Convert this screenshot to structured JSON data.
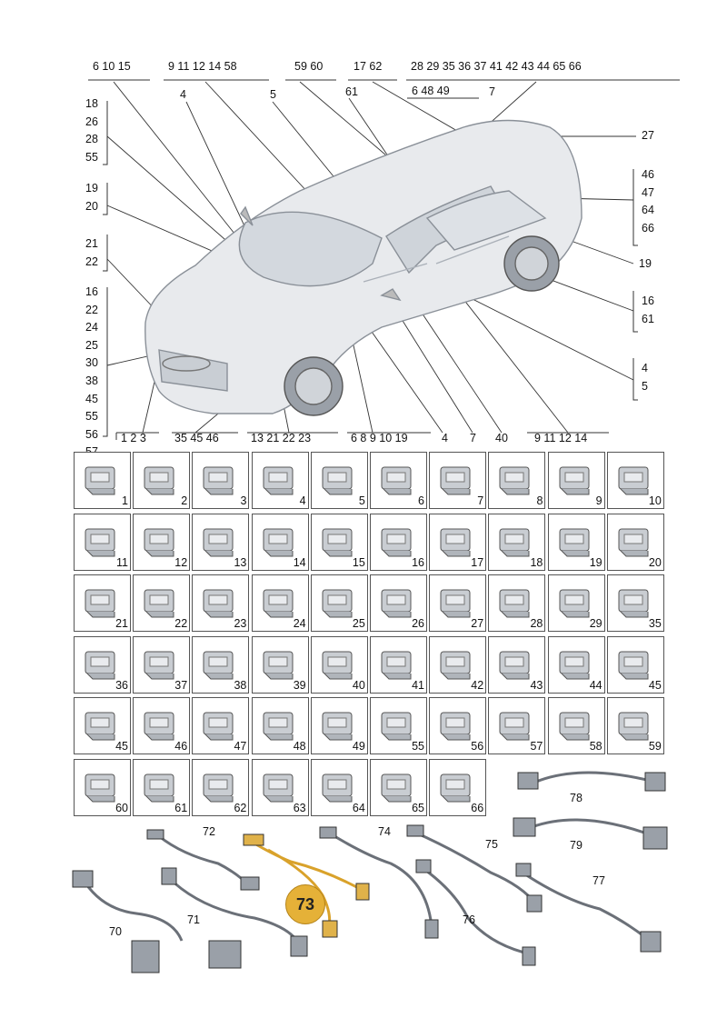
{
  "top_callouts": [
    {
      "id": "g1",
      "text": "6  10  15"
    },
    {
      "id": "g2",
      "text": "9  11  12   14    58"
    },
    {
      "id": "g3",
      "text": "59  60"
    },
    {
      "id": "g4",
      "text": "17  62"
    },
    {
      "id": "g5",
      "text": "28   29   35   36   37  41   42   43   44   65   66"
    },
    {
      "id": "g6",
      "text": "6   48   49"
    },
    {
      "id": "g7",
      "text": "7"
    },
    {
      "id": "g8",
      "text": "4"
    },
    {
      "id": "g9",
      "text": "5"
    },
    {
      "id": "g10",
      "text": "61"
    },
    {
      "id": "g11",
      "text": "27"
    }
  ],
  "left_columns": [
    [
      "18",
      "26",
      "28",
      "55"
    ],
    [
      "19",
      "20"
    ],
    [
      "21",
      "22"
    ],
    [
      "16",
      "22",
      "24",
      "25",
      "30",
      "38",
      "45",
      "55",
      "56",
      "57"
    ]
  ],
  "right_columns": [
    [
      "46",
      "47",
      "64",
      "66"
    ],
    [
      "19"
    ],
    [
      "16",
      "61"
    ],
    [
      "4",
      "5"
    ]
  ],
  "bottom_callouts": [
    {
      "id": "b1",
      "text": "1  2  3"
    },
    {
      "id": "b2",
      "text": "35   45   46"
    },
    {
      "id": "b3",
      "text": "13   21   22   23"
    },
    {
      "id": "b4",
      "text": "6   8   9   10   19"
    },
    {
      "id": "b5",
      "text": "4"
    },
    {
      "id": "b6",
      "text": "7"
    },
    {
      "id": "b7",
      "text": "40"
    },
    {
      "id": "b8",
      "text": "9   11   12   14"
    }
  ],
  "connector_rows": [
    [
      "1",
      "2",
      "3",
      "4",
      "5",
      "6",
      "7",
      "8",
      "9",
      "10"
    ],
    [
      "11",
      "12",
      "13",
      "14",
      "15",
      "16",
      "17",
      "18",
      "19",
      "20"
    ],
    [
      "21",
      "22",
      "23",
      "24",
      "25",
      "26",
      "27",
      "28",
      "29",
      "35"
    ],
    [
      "36",
      "37",
      "38",
      "39",
      "40",
      "41",
      "42",
      "43",
      "44",
      "45"
    ],
    [
      "45",
      "46",
      "47",
      "48",
      "49",
      "55",
      "56",
      "57",
      "58",
      "59"
    ],
    [
      "60",
      "61",
      "62",
      "63",
      "64",
      "65",
      "66"
    ]
  ],
  "harness_labels": [
    "70",
    "71",
    "72",
    "74",
    "75",
    "76",
    "77",
    "78",
    "79"
  ],
  "highlighted_part": "73",
  "colors": {
    "highlight": "#e5b138",
    "line": "#333333",
    "car_fill": "#e8eaed",
    "car_stroke": "#8a9098"
  }
}
